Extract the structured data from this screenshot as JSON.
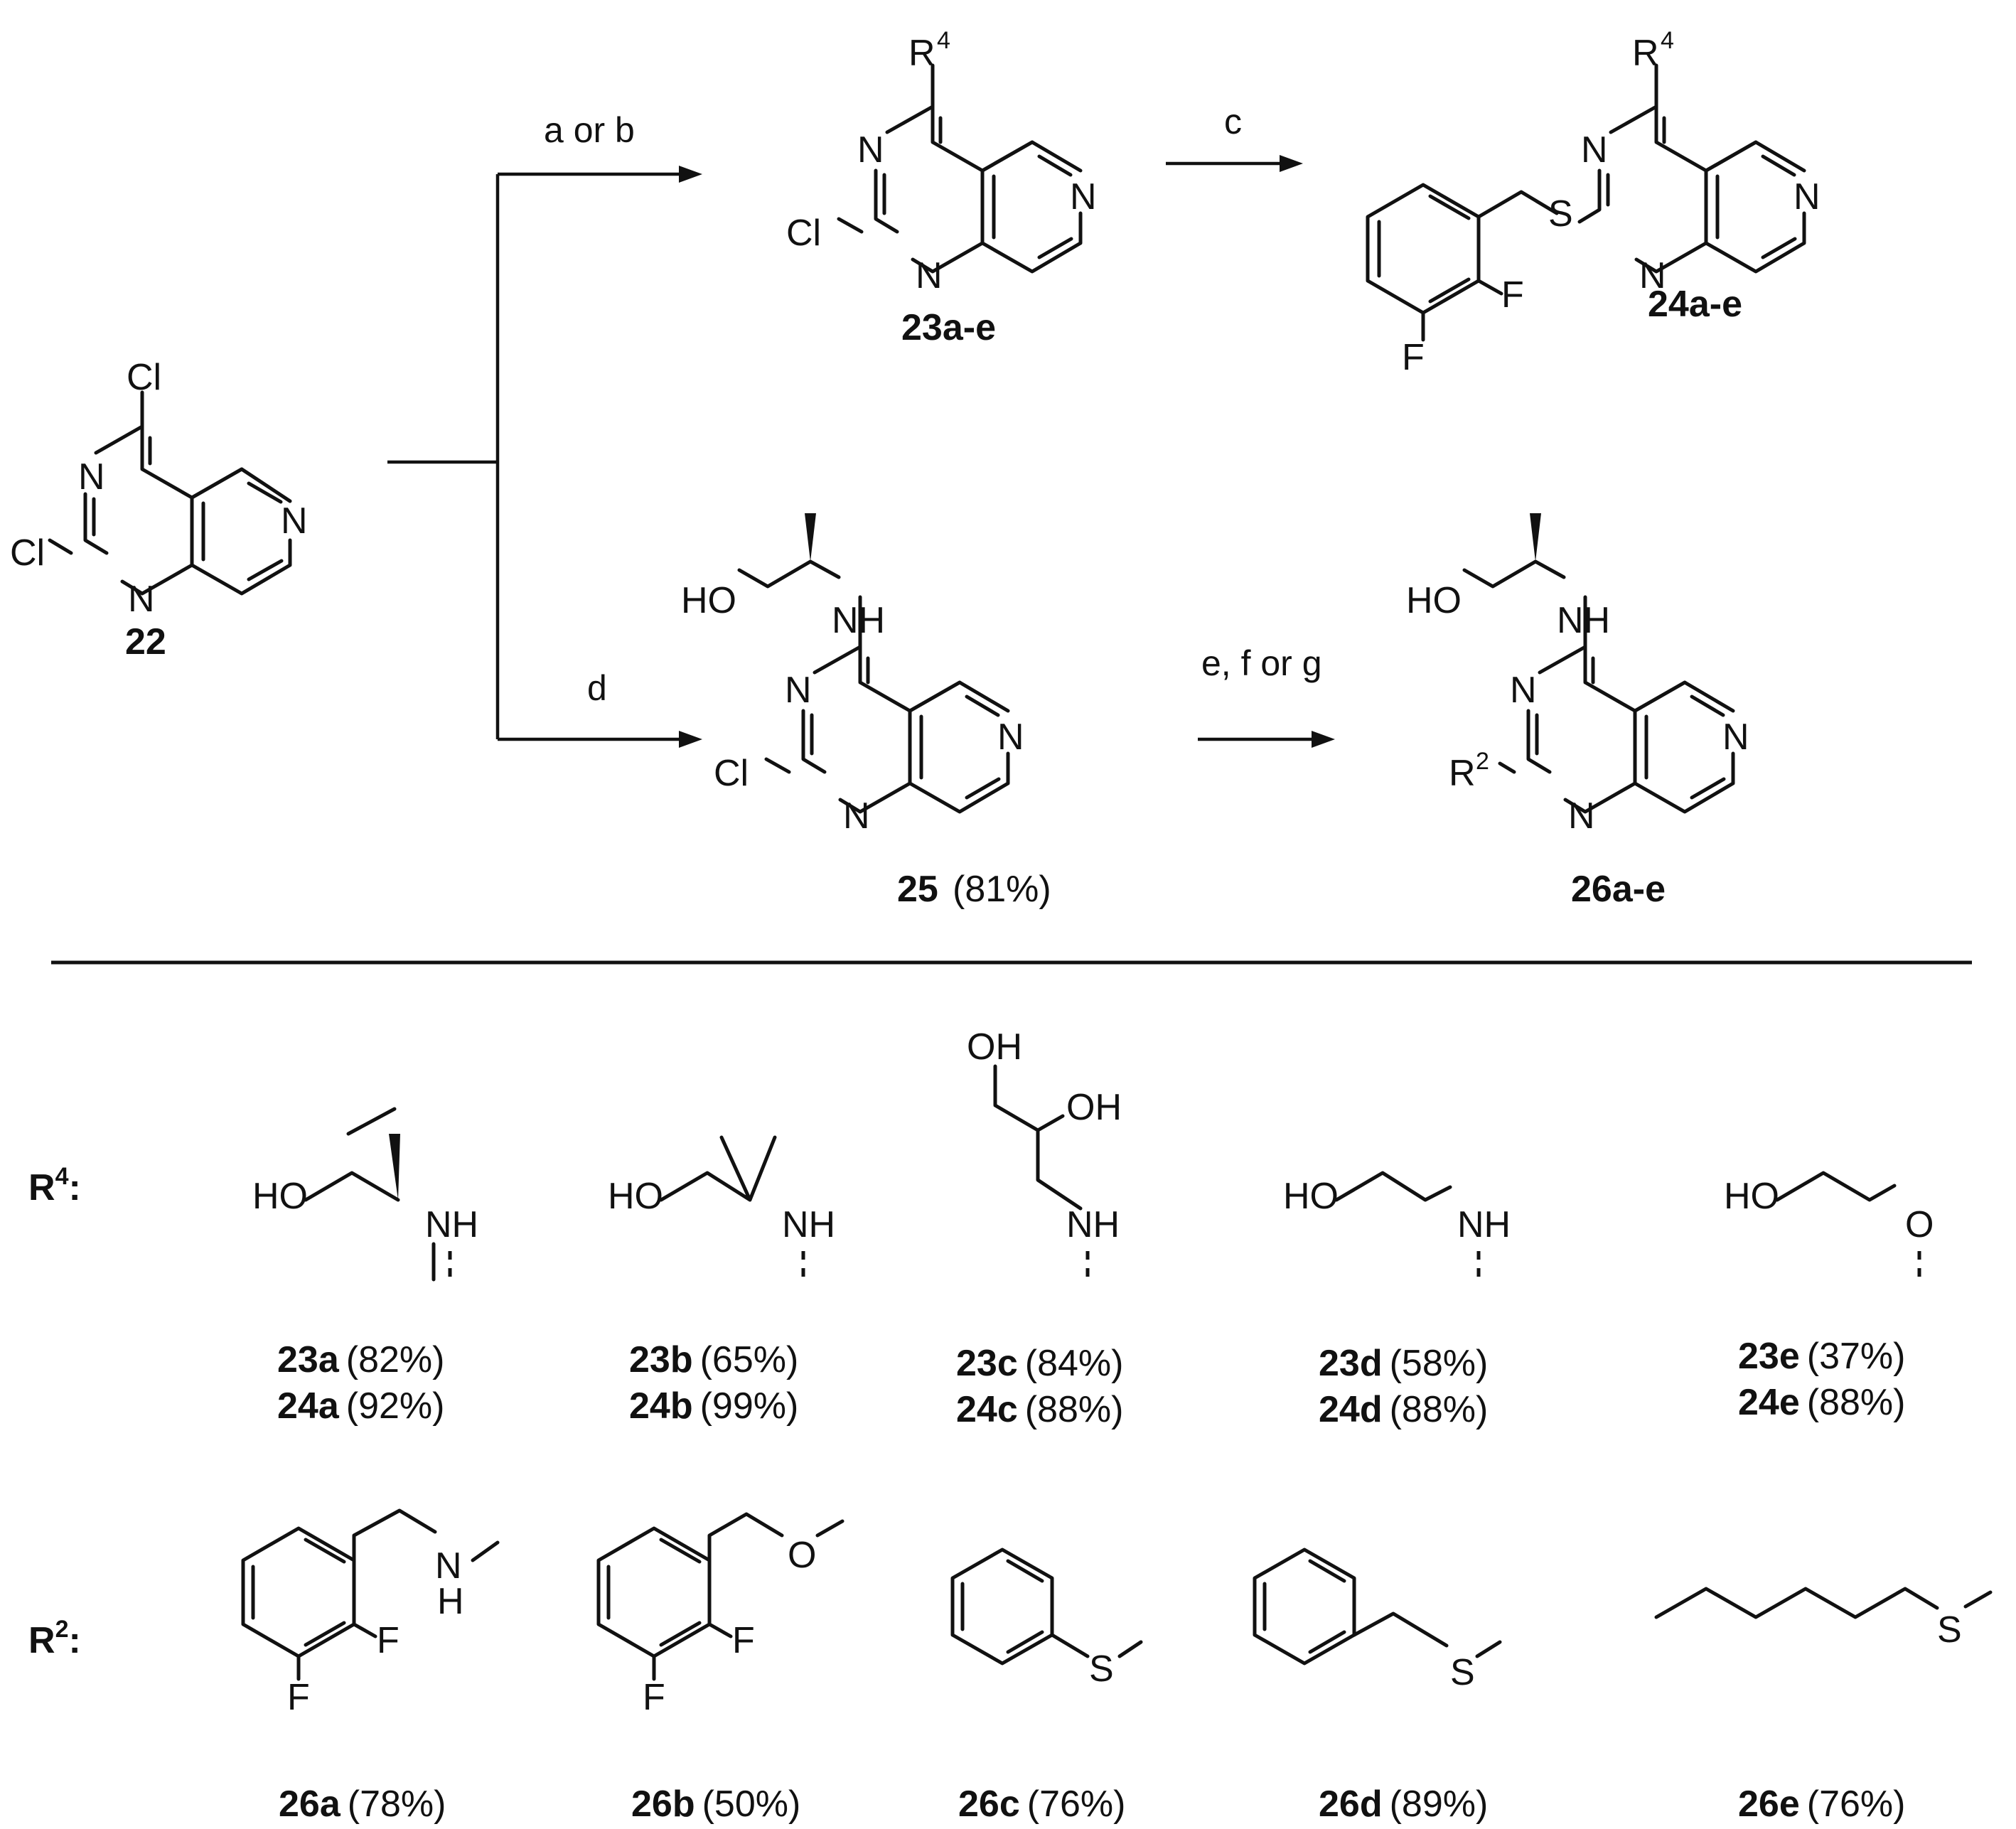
{
  "atoms": {
    "Cl": "Cl",
    "N": "N",
    "NH": "NH",
    "HO": "HO",
    "OH": "OH",
    "S": "S",
    "F": "F",
    "O": "O",
    "H": "H",
    "R": "R",
    "sup4": "4",
    "sup2": "2"
  },
  "reagents": {
    "top": "a or b",
    "top_second": "c",
    "bottom": "d",
    "bottom_second": "e, f or g"
  },
  "compounds": {
    "c22": "22",
    "c23": "23a-e",
    "c24": "24a-e",
    "c25": "25",
    "c25_yield": "(81%)",
    "c26": "26a-e"
  },
  "r4": {
    "label": "R",
    "sup": "4",
    "colon": ":",
    "items": [
      {
        "id1": "23a",
        "y1": "(82%)",
        "id2": "24a",
        "y2": "(92%)"
      },
      {
        "id1": "23b",
        "y1": "(65%)",
        "id2": "24b",
        "y2": "(99%)"
      },
      {
        "id1": "23c",
        "y1": "(84%)",
        "id2": "24c",
        "y2": "(88%)"
      },
      {
        "id1": "23d",
        "y1": "(58%)",
        "id2": "24d",
        "y2": "(88%)"
      },
      {
        "id1": "23e",
        "y1": "(37%)",
        "id2": "24e",
        "y2": "(88%)"
      }
    ]
  },
  "r2": {
    "label": "R",
    "sup": "2",
    "colon": ":",
    "items": [
      {
        "id": "26a",
        "y": "(78%)"
      },
      {
        "id": "26b",
        "y": "(50%)"
      },
      {
        "id": "26c",
        "y": "(76%)"
      },
      {
        "id": "26d",
        "y": "(89%)"
      },
      {
        "id": "26e",
        "y": "(76%)"
      }
    ]
  }
}
